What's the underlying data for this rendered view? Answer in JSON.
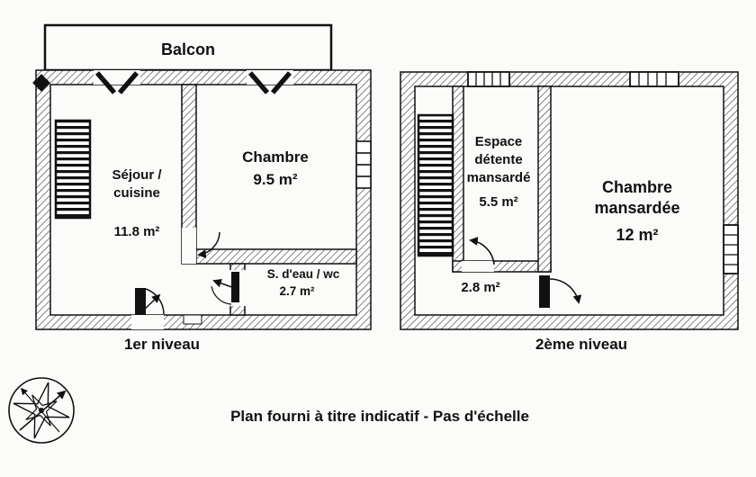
{
  "caption": "Plan fourni à titre indicatif - Pas d'échelle",
  "level1": {
    "label": "1er niveau",
    "balcony_label": "Balcon",
    "sejour_line1": "Séjour /",
    "sejour_line2": "cuisine",
    "sejour_area": "11.8 m²",
    "chambre_name": "Chambre",
    "chambre_area": "9.5 m²",
    "sdeau_name": "S. d'eau / wc",
    "sdeau_area": "2.7 m²"
  },
  "level2": {
    "label": "2ème niveau",
    "espace_line1": "Espace",
    "espace_line2": "détente",
    "espace_line3": "mansardé",
    "espace_area": "5.5 m²",
    "chambre_line1": "Chambre",
    "chambre_line2": "mansardée",
    "chambre_area": "12 m²",
    "palier_area": "2.8 m²"
  }
}
